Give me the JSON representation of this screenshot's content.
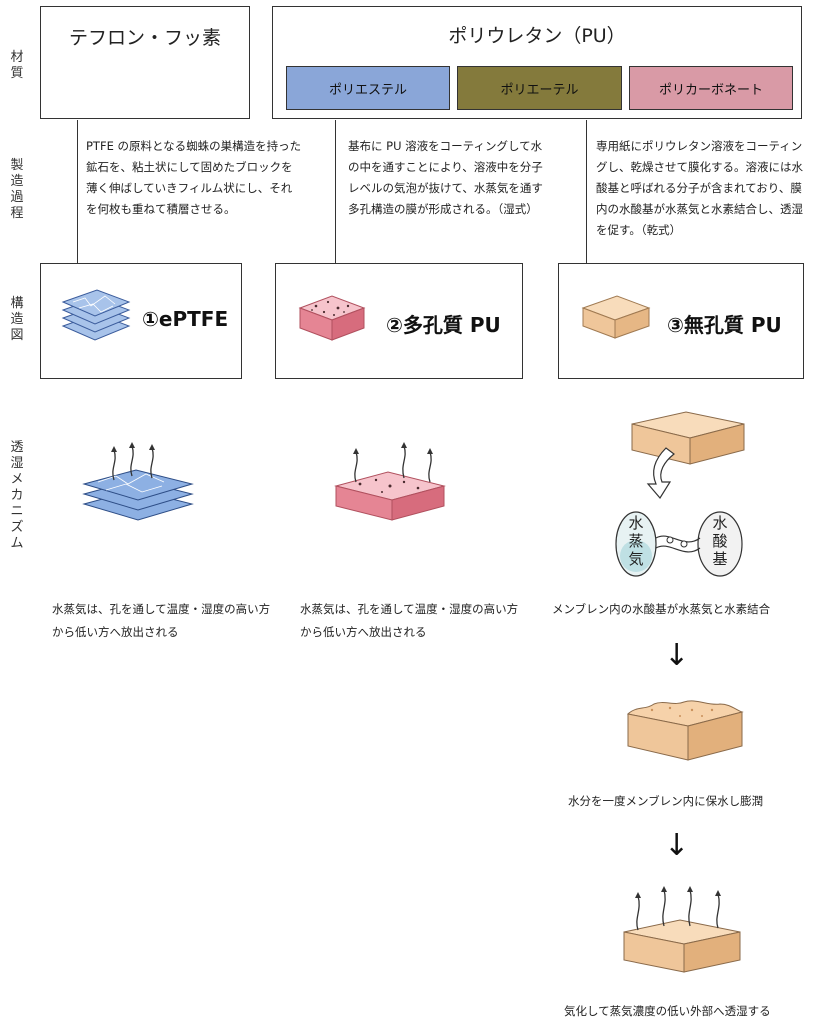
{
  "row_labels": {
    "material": "材質",
    "process": "製造過程",
    "structure": "構造図",
    "mechanism": "透湿メカニズム"
  },
  "materials": {
    "teflon": {
      "title": "テフロン・フッ素"
    },
    "pu": {
      "title": "ポリウレタン（PU）",
      "types": [
        {
          "label": "ポリエステル",
          "color": "#8aa6d8"
        },
        {
          "label": "ポリエーテル",
          "color": "#847a3c"
        },
        {
          "label": "ポリカーボネート",
          "color": "#d99aa6"
        }
      ]
    }
  },
  "process": [
    {
      "text": "PTFE の原料となる蜘蛛の巣構造を持った鉱石を、粘土状にして固めたブロックを薄く伸ばしていきフィルム状にし、それを何枚も重ねて積層させる。"
    },
    {
      "text": "基布に PU 溶液をコーティングして水の中を通すことにより、溶液中を分子レベルの気泡が抜けて、水蒸気を通す多孔構造の膜が形成される。（湿式）"
    },
    {
      "text": "専用紙にポリウレタン溶液をコーティングし、乾燥させて膜化する。溶液には水酸基と呼ばれる分子が含まれており、膜内の水酸基が水蒸気と水素結合し、透湿を促す。（乾式）"
    }
  ],
  "structures": [
    {
      "label": "①ePTFE",
      "icon": "eptfe-layers-icon"
    },
    {
      "label": "②多孔質 PU",
      "icon": "porous-block-icon"
    },
    {
      "label": "③無孔質 PU",
      "icon": "solid-block-icon"
    }
  ],
  "mechanism": {
    "eptfe_caption": "水蒸気は、孔を通して温度・湿度の高い方から低い方へ放出される",
    "porous_caption": "水蒸気は、孔を通して温度・湿度の高い方から低い方へ放出される",
    "molecule_left": "水蒸気",
    "molecule_right": "水酸基",
    "step1_caption": "メンブレン内の水酸基が水蒸気と水素結合",
    "arrow": "↓",
    "step2_caption": "水分を一度メンブレン内に保水し膨潤",
    "step3_caption": "気化して蒸気濃度の低い外部へ透湿する",
    "colors": {
      "blue": "#7fa6dc",
      "pink": "#e99aa8",
      "tan": "#efcba0"
    }
  }
}
